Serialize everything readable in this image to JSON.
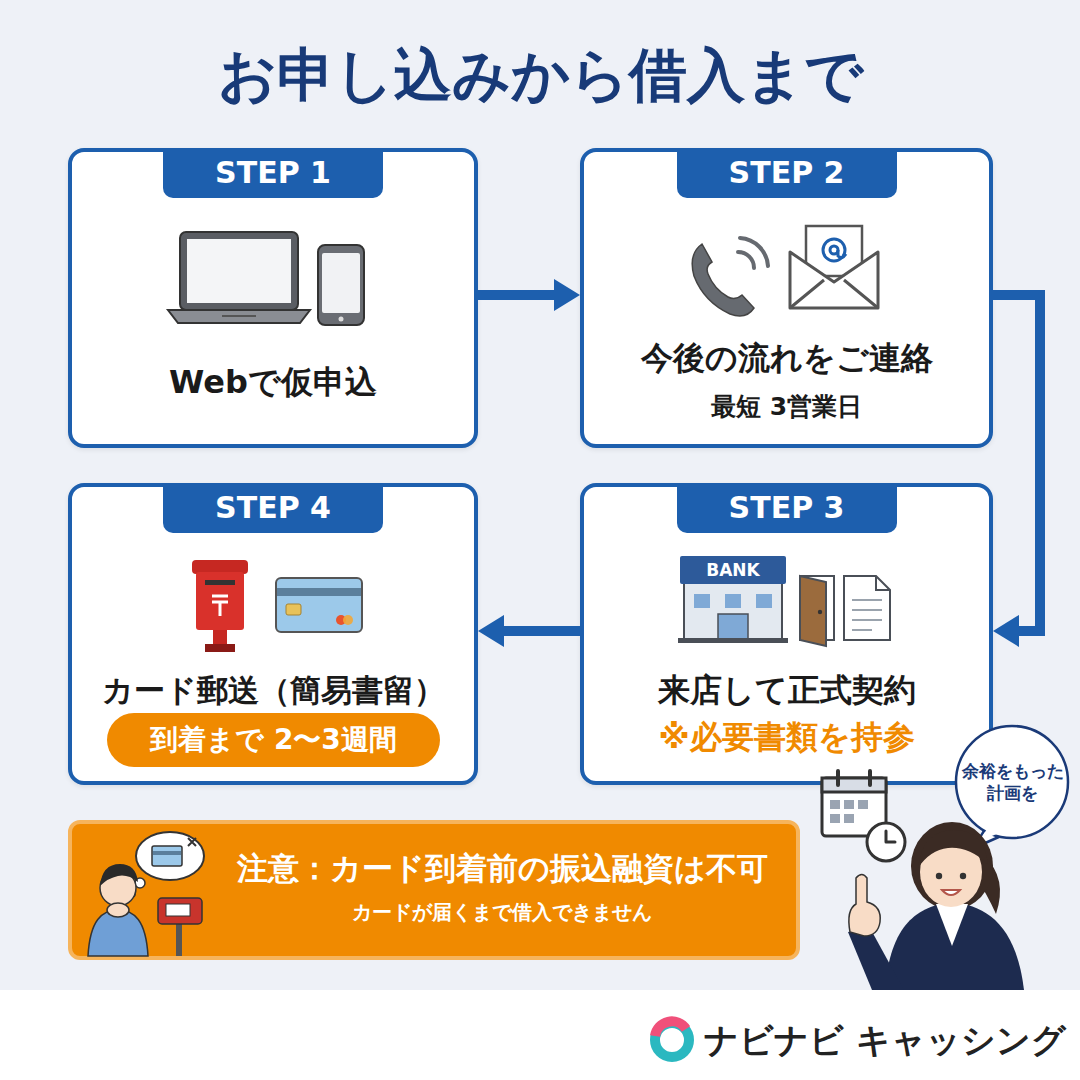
{
  "diagram": {
    "title": "お申し込みから借入まで",
    "nodes": [
      {
        "text": [
          "STEP 1",
          "Webで仮申込"
        ]
      },
      {
        "text": [
          "STEP 2",
          "今後の流れをご連絡",
          "最短 3営業日"
        ]
      },
      {
        "text": [
          "STEP 3",
          "来店して正式契約",
          "※必要書類を持参"
        ]
      },
      {
        "text": [
          "STEP 4",
          "カード郵送（簡易書留）"
        ]
      },
      {
        "text": [
          "到着まで 2〜3週間"
        ],
        "in": 3
      },
      {
        "text": [
          "注意：カード到着前の振込融資は不可",
          "カードが届くまで借入できません"
        ]
      },
      {
        "text": [
          "余裕をもった 計画を"
        ]
      }
    ],
    "edges": [
      {
        "from": 0,
        "to": 1,
        "arrow": "to"
      },
      {
        "from": 1,
        "to": 2,
        "arrow": "to"
      },
      {
        "from": 2,
        "to": 3,
        "arrow": "to"
      }
    ],
    "labels": [
      "BANK",
      "ナビナビ キャッシング"
    ]
  }
}
